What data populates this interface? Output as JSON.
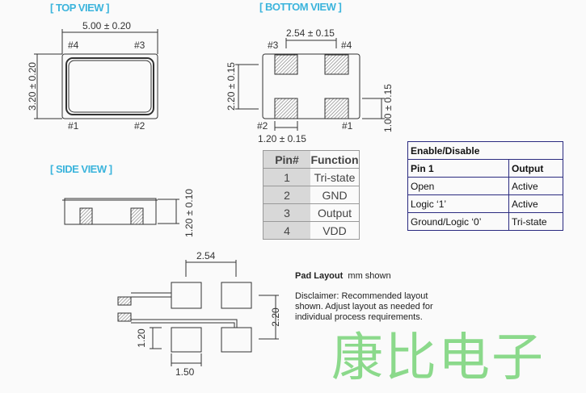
{
  "top_view": {
    "title": "[ TOP VIEW ]",
    "width_dim": "5.00 ± 0.20",
    "height_dim": "3.20 ± 0.20",
    "pins": [
      "#4",
      "#3",
      "#1",
      "#2"
    ]
  },
  "bottom_view": {
    "title": "[ BOTTOM  VIEW ]",
    "pitch_dim": "2.54 ± 0.15",
    "height_dim": "2.20 ± 0.15",
    "pad_height_dim": "1.00 ± 0.15",
    "pad_width_dim": "1.20 ± 0.15",
    "pins": [
      "#3",
      "#4",
      "#2",
      "#1"
    ]
  },
  "side_view": {
    "title": "[ SIDE VIEW ]",
    "height_dim": "1.20 ± 0.10"
  },
  "pin_table": {
    "headers": [
      "Pin#",
      "Function"
    ],
    "rows": [
      [
        "1",
        "Tri-state"
      ],
      [
        "2",
        "GND"
      ],
      [
        "3",
        "Output"
      ],
      [
        "4",
        "VDD"
      ]
    ]
  },
  "enable_table": {
    "title": "Enable/Disable",
    "headers": [
      "Pin 1",
      "Output"
    ],
    "rows": [
      [
        "Open",
        "Active"
      ],
      [
        "Logic ‘1’",
        "Active"
      ],
      [
        "Ground/Logic ‘0’",
        "Tri-state"
      ]
    ]
  },
  "watermark": "康比电子",
  "pad_layout": {
    "title": "Pad Layout",
    "unit": "mm shown",
    "disclaimer": "Disclaimer: Recommended layout shown. Adjust layout as needed for individual process requirements.",
    "dims": {
      "pitch": "2.54",
      "height": "2.20",
      "pad_height": "1.20",
      "pad_width": "1.50"
    }
  },
  "colors": {
    "label": "#3bb4dc",
    "watermark": "#50c850"
  }
}
